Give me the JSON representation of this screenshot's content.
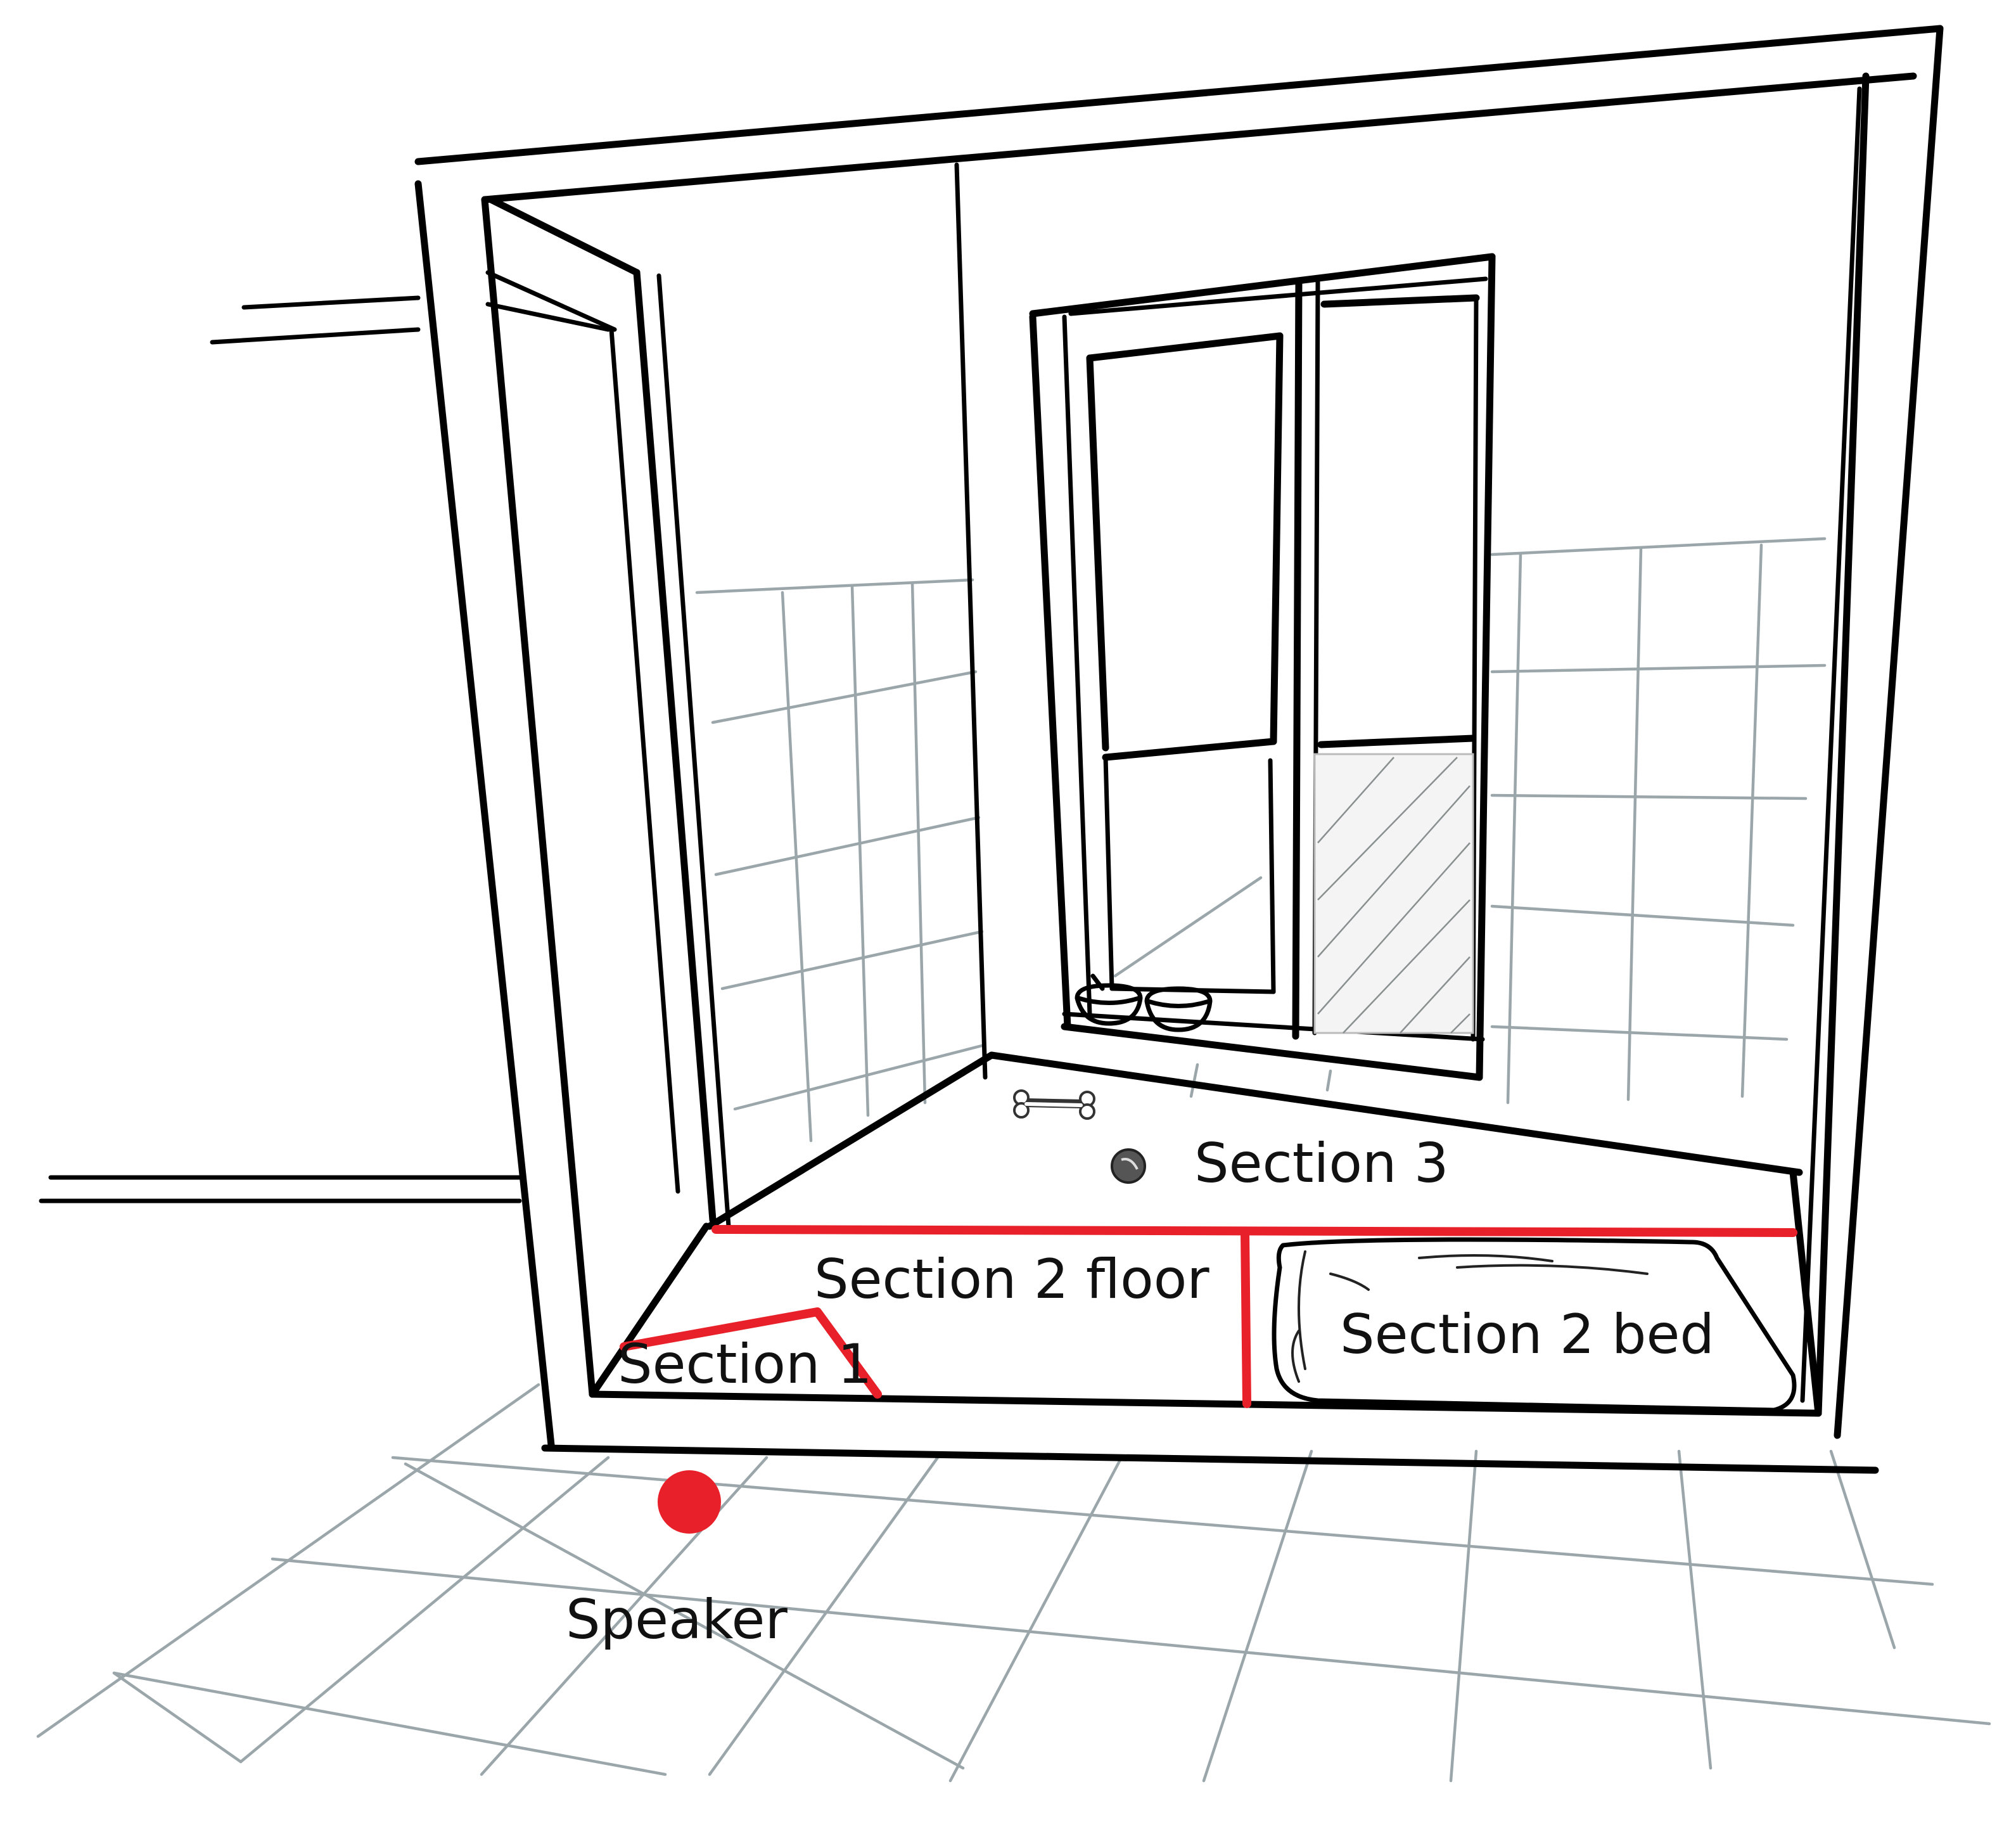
{
  "labels": {
    "section_3": "Section 3",
    "section_2_floor": "Section 2 floor",
    "section_2_bed": "Section 2 bed",
    "section_1": "Section 1",
    "speaker": "Speaker"
  },
  "colors": {
    "zone_boundary": "#e8202a",
    "speaker_marker": "#e8202a",
    "line_art": "#000000",
    "tile_grout": "#9aa6aa"
  },
  "icons": [
    "bone-icon",
    "toy-ball-icon",
    "food-bowl-icon",
    "water-bowl-icon",
    "pet-bed-icon",
    "speaker-marker-icon"
  ]
}
